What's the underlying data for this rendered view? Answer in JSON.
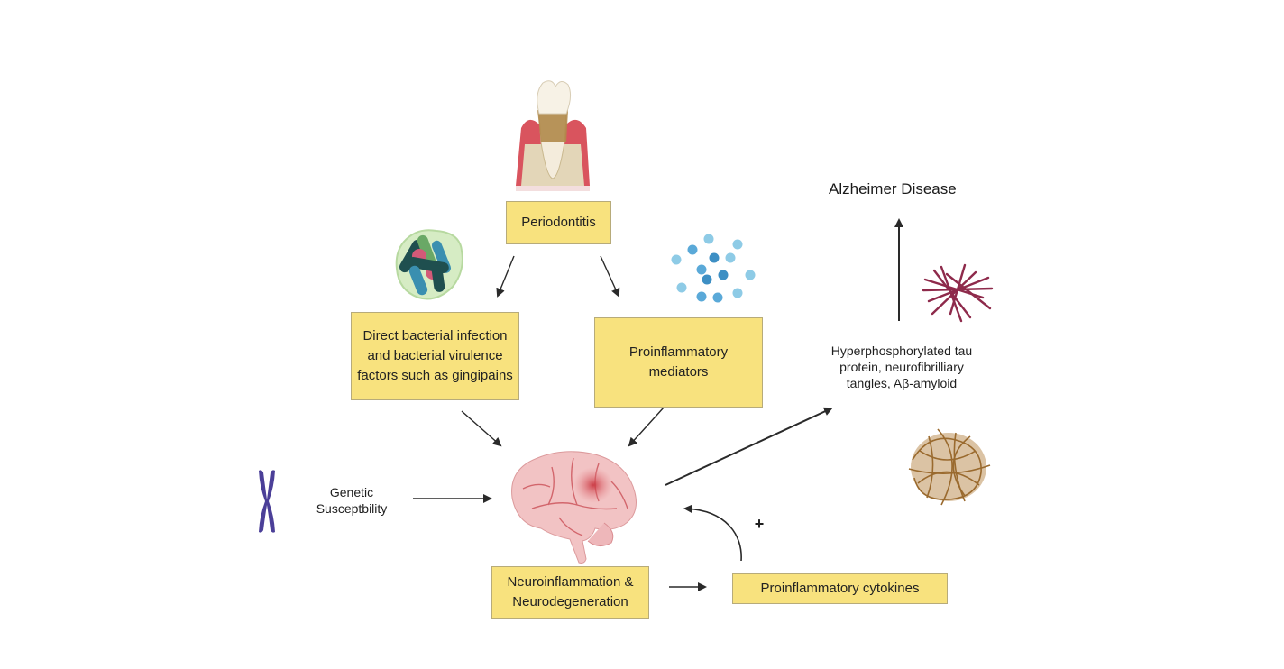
{
  "diagram": {
    "nodes": {
      "periodontitis": "Periodontitis",
      "bacterial": "Direct bacterial infection and  bacterial virulence factors such as gingipains",
      "mediators": "Proinflammatory mediators",
      "neuro": "Neuroinflammation & Neurodegeneration",
      "cytokines": "Proinflammatory cytokines",
      "genetic": "Genetic Susceptbility",
      "pathology": "Hyperphosphorylated tau protein, neurofibrilliary tangles, Aβ-amyloid",
      "alzheimer": "Alzheimer Disease"
    },
    "feedback_sign": "+",
    "illustrations": [
      "tooth-periodontitis",
      "bacteria-cluster",
      "inflammatory-molecules",
      "chromosome",
      "brain",
      "tau-tangles",
      "amyloid-plaque"
    ],
    "edges": [
      {
        "from": "Periodontitis",
        "to": "Direct bacterial infection and  bacterial virulence factors such as gingipains"
      },
      {
        "from": "Periodontitis",
        "to": "Proinflammatory mediators"
      },
      {
        "from": "Direct bacterial infection and  bacterial virulence factors such as gingipains",
        "to": "Neuroinflammation & Neurodegeneration"
      },
      {
        "from": "Proinflammatory mediators",
        "to": "Neuroinflammation & Neurodegeneration"
      },
      {
        "from": "Genetic Susceptbility",
        "to": "Neuroinflammation & Neurodegeneration"
      },
      {
        "from": "Neuroinflammation & Neurodegeneration",
        "to": "Proinflammatory cytokines"
      },
      {
        "from": "Proinflammatory cytokines",
        "to": "Neuroinflammation & Neurodegeneration",
        "label": "+"
      },
      {
        "from": "Neuroinflammation & Neurodegeneration",
        "to": "Hyperphosphorylated tau protein, neurofibrilliary tangles, Aβ-amyloid"
      },
      {
        "from": "Hyperphosphorylated tau protein, neurofibrilliary tangles, Aβ-amyloid",
        "to": "Alzheimer Disease"
      }
    ],
    "colors": {
      "box_fill": "#f8e27e",
      "box_border": "#b7ab7a",
      "arrow": "#2a2a2a",
      "gum": "#d9545e",
      "bone": "#e3d6b8",
      "plaque": "#b08a4a",
      "brain": "#f2c3c4",
      "brain_vessel": "#c8474f",
      "chromosome": "#4b3f98",
      "tau": "#8e2a4b",
      "amyloid": "#9a6a2e",
      "molecule_light": "#8ecbe6",
      "molecule_dark": "#3d8fc4"
    }
  }
}
